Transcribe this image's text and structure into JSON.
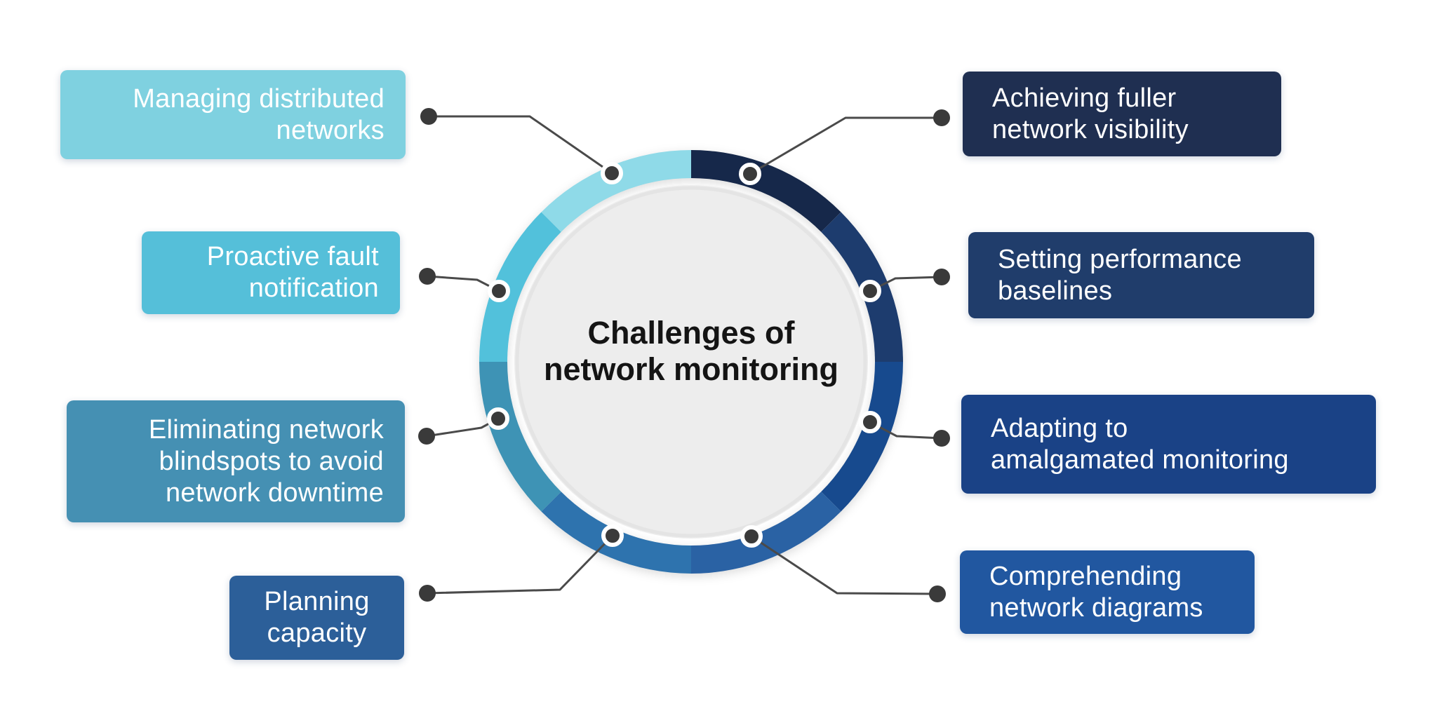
{
  "page": {
    "background": "#ffffff"
  },
  "center": {
    "title_line1": "Challenges of",
    "title_line2": "network monitoring",
    "circle_fill": "#ededed",
    "title_color": "#141414"
  },
  "connector": {
    "line_color": "#4a4a4a",
    "dot_color": "#3a3a3a"
  },
  "items": [
    {
      "id": "managing",
      "side": "left",
      "label": "Managing distributed networks",
      "lines": [
        "Managing distributed",
        "networks"
      ],
      "box_color": "#7FD1E0",
      "text_color": "#ffffff"
    },
    {
      "id": "proactive",
      "side": "left",
      "label": "Proactive fault notification",
      "lines": [
        "Proactive fault",
        "notification"
      ],
      "box_color": "#55BFD9",
      "text_color": "#ffffff"
    },
    {
      "id": "eliminating",
      "side": "left",
      "label": "Eliminating network blindspots to avoid network downtime",
      "lines": [
        "Eliminating network",
        "blindspots to avoid",
        "network downtime"
      ],
      "box_color": "#4590B3",
      "text_color": "#ffffff"
    },
    {
      "id": "planning",
      "side": "left",
      "label": "Planning capacity",
      "lines": [
        "Planning",
        "capacity"
      ],
      "box_color": "#2C5F99",
      "text_color": "#ffffff"
    },
    {
      "id": "achieving",
      "side": "right",
      "label": "Achieving fuller network visibility",
      "lines": [
        "Achieving fuller",
        "network visibility"
      ],
      "box_color": "#1F2F51",
      "text_color": "#ffffff"
    },
    {
      "id": "setting",
      "side": "right",
      "label": "Setting performance baselines",
      "lines": [
        "Setting performance",
        "baselines"
      ],
      "box_color": "#203D6B",
      "text_color": "#ffffff"
    },
    {
      "id": "adapting",
      "side": "right",
      "label": "Adapting to amalgamated monitoring",
      "lines": [
        "Adapting to",
        "amalgamated monitoring"
      ],
      "box_color": "#1A4286",
      "text_color": "#ffffff"
    },
    {
      "id": "comprehending",
      "side": "right",
      "label": "Comprehending network diagrams",
      "lines": [
        "Comprehending",
        "network diagrams"
      ],
      "box_color": "#2157A0",
      "text_color": "#ffffff"
    }
  ],
  "ring": {
    "segments": [
      {
        "item": "achieving",
        "start_deg": 0,
        "end_deg": 45,
        "color": "#16284A"
      },
      {
        "item": "setting",
        "start_deg": 45,
        "end_deg": 90,
        "color": "#1D3C6E"
      },
      {
        "item": "adapting",
        "start_deg": 90,
        "end_deg": 135,
        "color": "#174A8E"
      },
      {
        "item": "comprehending",
        "start_deg": 135,
        "end_deg": 180,
        "color": "#2A62A4"
      },
      {
        "item": "planning",
        "start_deg": 180,
        "end_deg": 225,
        "color": "#2E73AE"
      },
      {
        "item": "eliminating",
        "start_deg": 225,
        "end_deg": 270,
        "color": "#3E93B5"
      },
      {
        "item": "proactive",
        "start_deg": 270,
        "end_deg": 315,
        "color": "#52C1DB"
      },
      {
        "item": "managing",
        "start_deg": 315,
        "end_deg": 360,
        "color": "#8FDAE8"
      }
    ]
  }
}
